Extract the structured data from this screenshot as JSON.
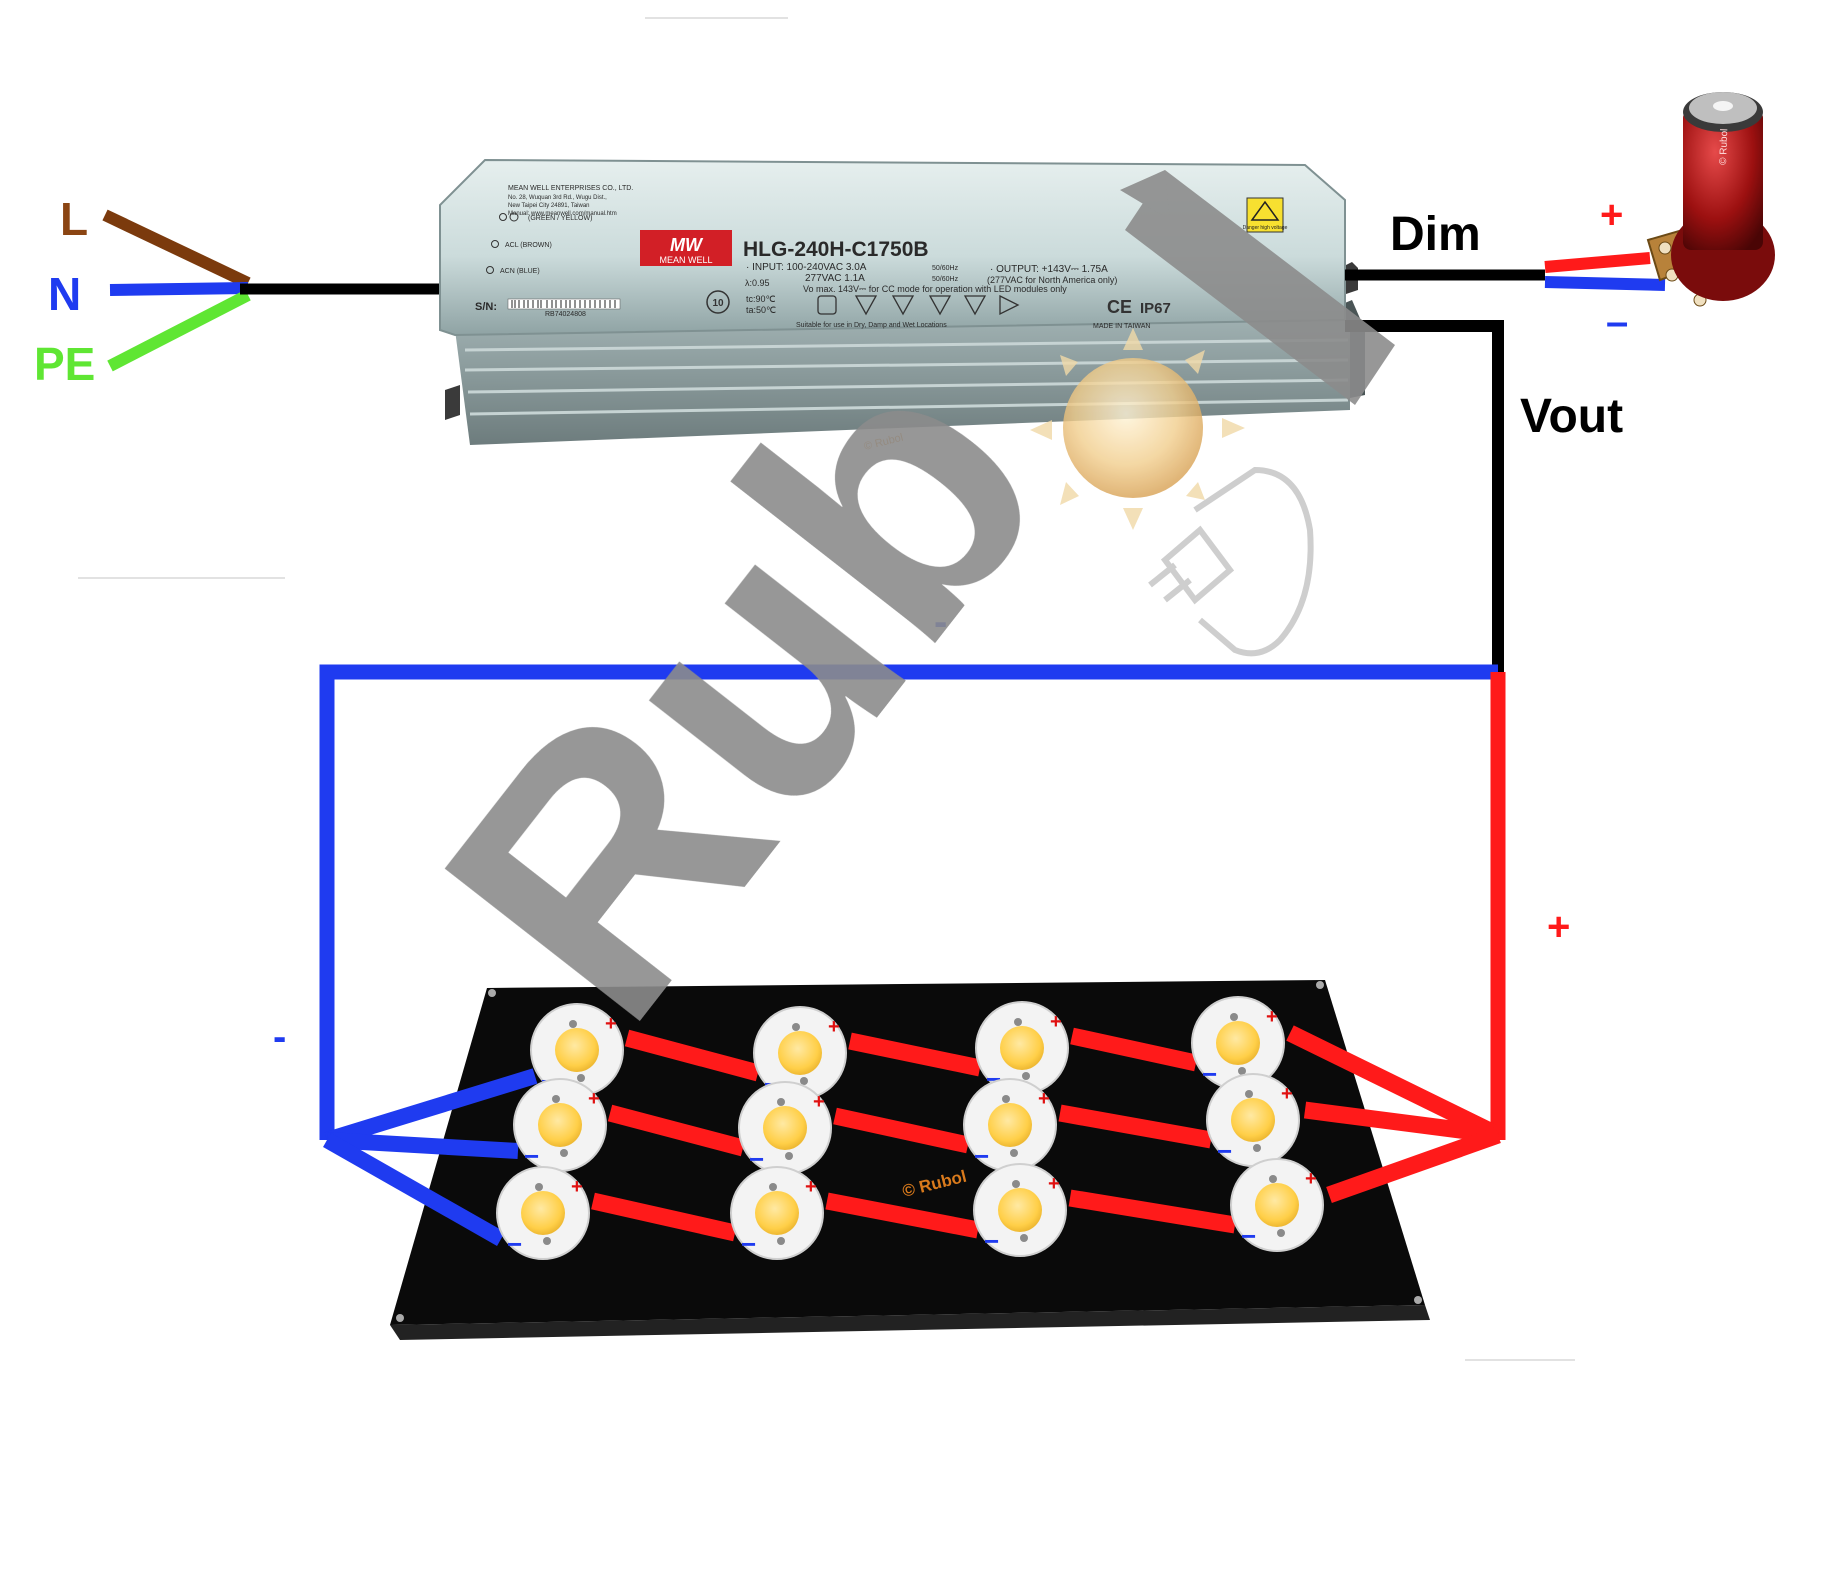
{
  "mains": {
    "l": "L",
    "n": "N",
    "pe": "PE"
  },
  "driver": {
    "brand_logo": "MW",
    "brand_name": "MEAN WELL",
    "model": "HLG-240H-C1750B",
    "company": "MEAN WELL ENTERPRISES CO., LTD.",
    "address_1": "No. 28, Wuquan 3rd Rd., Wugu Dist.,",
    "address_2": "New Taipei City 24891, Taiwan",
    "website": "Manual: www.meanwell.com/manual.htm",
    "terminal_ground": "(GREEN / YELLOW)",
    "terminal_acl": "ACL (BROWN)",
    "terminal_acn": "ACN (BLUE)",
    "sn_label": "S/N:",
    "sn_value": "RB74024808",
    "input_1": "· INPUT:  100-240VAC  3.0A",
    "input_hz_1": "50/60Hz",
    "input_2": "277VAC       1.1A",
    "input_hz_2": "50/60Hz",
    "output_1": "· OUTPUT:  +143V⎓  1.75A",
    "output_2": "(277VAC for North America only)",
    "pf": "λ:0.95",
    "vo": "Vo max. 143V⎓ for CC mode for operation with LED modules only",
    "tc": "tc:90℃",
    "ta": "ta:50℃",
    "suitable": "Suitable for use in Dry, Damp and Wet Locations",
    "ip": "IP67",
    "made_in": "MADE IN TAIWAN",
    "warning": "Danger high voltage",
    "watermark": "© Rubol"
  },
  "labels": {
    "dim": "Dim",
    "vout": "Vout",
    "plus": "+",
    "minus": "-",
    "pot_plus": "+",
    "pot_minus": "–",
    "panel_watermark": "© Rubol",
    "pot_watermark": "© Rubol"
  },
  "watermark_text": "Rub",
  "led_marks": {
    "plus": "+",
    "minus": "−"
  },
  "colors": {
    "wire_brown": "#7b3a0d",
    "wire_blue": "#1f3bf0",
    "wire_green": "#5fe633",
    "wire_black": "#000000",
    "wire_red": "#ff1a1a",
    "label_brown": "#8b4513",
    "label_blue": "#1f3bf0",
    "label_green": "#5fe633",
    "led_yellow": "#ffcf48",
    "panel": "#0a0a0a",
    "watermark_gray": "#8c8c8c",
    "driver_body": "#c9d9d8"
  },
  "led_grid": {
    "rows": 3,
    "columns": 4
  }
}
